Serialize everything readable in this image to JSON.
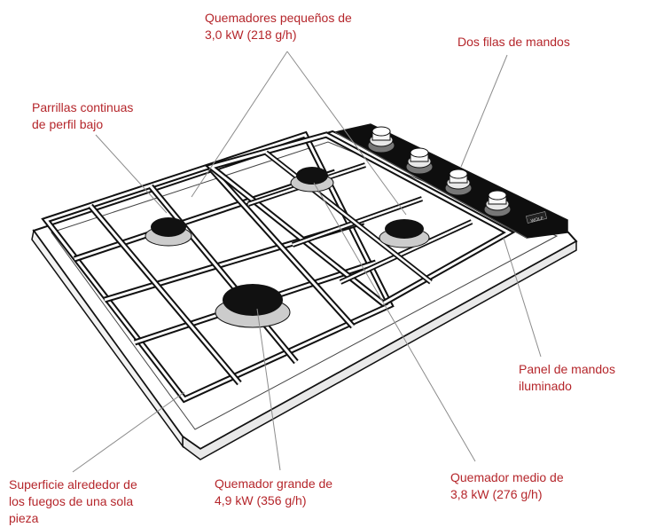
{
  "labels": {
    "small_burners": {
      "line1": "Quemadores pequeños de",
      "line2": "3,0 kW (218 g/h)"
    },
    "control_rows": {
      "line1": "Dos filas de mandos"
    },
    "grates": {
      "line1": "Parrillas continuas",
      "line2": "de perfil bajo"
    },
    "control_panel": {
      "line1": "Panel de mandos",
      "line2": "iluminado"
    },
    "surface": {
      "line1": "Superficie alrededor de",
      "line2": "los fuegos de una sola",
      "line3": "pieza"
    },
    "large_burner": {
      "line1": "Quemador grande de",
      "line2": "4,9 kW (356 g/h)"
    },
    "medium_burner": {
      "line1": "Quemador medio de",
      "line2": "3,8 kW (276 g/h)"
    }
  },
  "brand_badge": "WOLF",
  "colors": {
    "label": "#b5262b",
    "outline": "#111111",
    "leader": "#8c8c8c",
    "panel": "#0e0e0e"
  }
}
